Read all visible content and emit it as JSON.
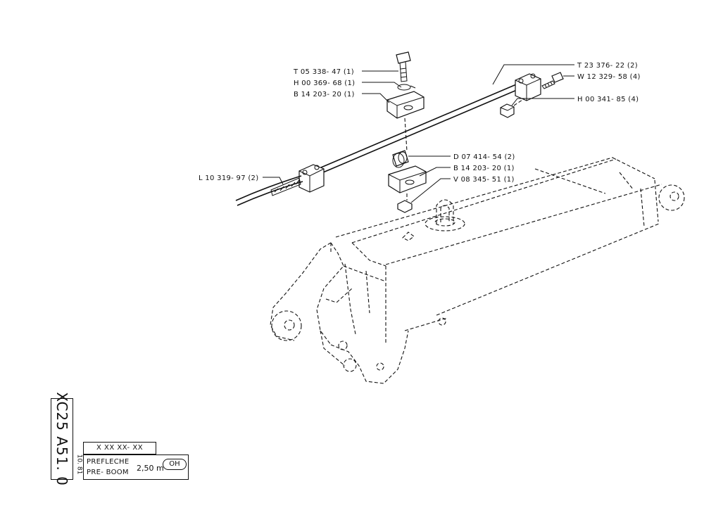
{
  "callouts": {
    "t05338": "T 05 338- 47 (1)",
    "h00369": "H 00 369- 68 (1)",
    "b14203_top": "B 14 203- 20 (1)",
    "t23376": "T 23 376- 22 (2)",
    "w12329": "W 12 329- 58 (4)",
    "h00341": "H 00 341- 85 (4)",
    "d07414": "D 07 414- 54 (2)",
    "b14203_bottom": "B 14 203- 20 (1)",
    "v08345": "V 08 345- 51 (1)",
    "l10319": "L 10 319- 97 (2)"
  },
  "title_block": {
    "model": "XC25 A51. 0",
    "reference": "X XX XX- XX",
    "date": "10. 81",
    "name_fr": "PREFLECHE",
    "name_en": "PRE- BOOM",
    "length": "2,50 m",
    "code": "OH"
  }
}
